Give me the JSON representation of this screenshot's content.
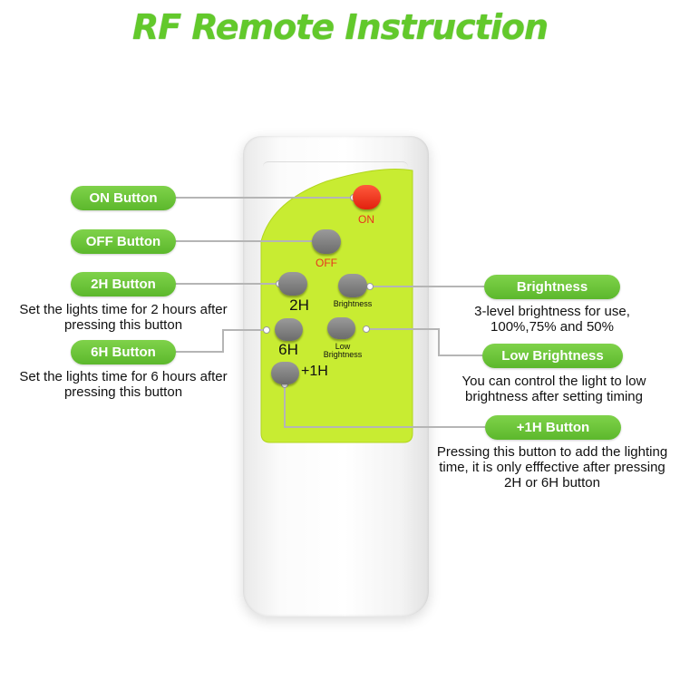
{
  "title": "RF Remote Instruction",
  "remote": {
    "on_label": "ON",
    "off_label": "OFF",
    "h2_label": "2H",
    "brightness_label": "Brightness",
    "h6_label": "6H",
    "low_brightness_label": "Low Brightness",
    "plus1h_label": "+1H"
  },
  "callouts": {
    "on": {
      "label": "ON Button"
    },
    "off": {
      "label": "OFF Button"
    },
    "h2": {
      "label": "2H Button",
      "desc": "Set the lights time for 2 hours after pressing this button"
    },
    "h6": {
      "label": "6H Button",
      "desc": "Set the lights time for 6 hours after pressing this button"
    },
    "brightness": {
      "label": "Brightness",
      "desc": "3-level brightness for use, 100%,75% and 50%"
    },
    "low_brightness": {
      "label": "Low Brightness",
      "desc": "You can control the light to low brightness after setting timing"
    },
    "plus1h": {
      "label": "+1H Button",
      "desc": "Pressing this button to add the lighting time, it is only efffective after pressing 2H or 6H button"
    }
  },
  "colors": {
    "title_green": "#62c92b",
    "pill_green": "#6cc83a",
    "panel_lime": "#c8ec32",
    "on_red": "#e8351d",
    "button_gray": "#7d7d7d"
  }
}
